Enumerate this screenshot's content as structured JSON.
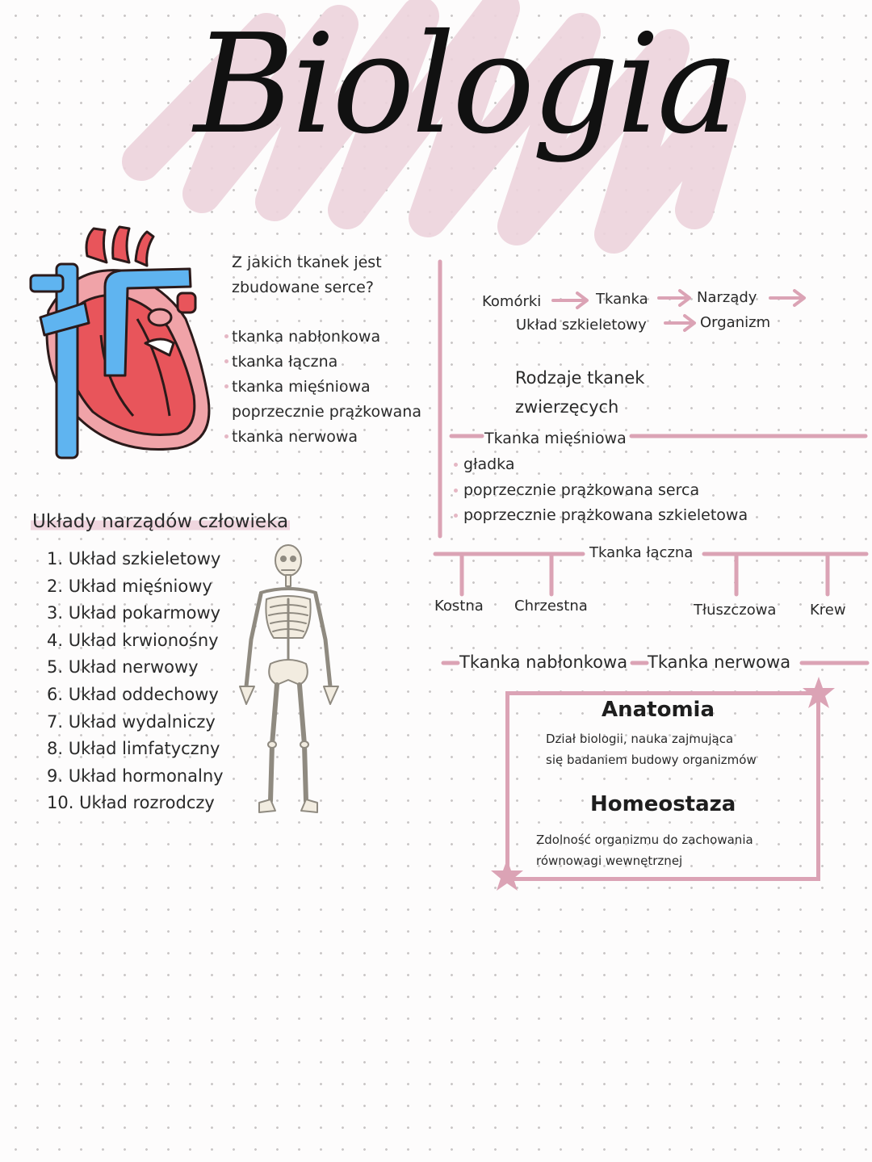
{
  "title": "Biologia",
  "heart_section": {
    "question": "Z jakich tkanek jest zbudowane serce?",
    "tissues": [
      "tkanka nabłonkowa",
      "tkanka łączna",
      "tkanka mięśniowa",
      "poprzecznie prążkowana",
      "tkanka nerwowa"
    ]
  },
  "organ_systems": {
    "title": "Układy narządów człowieka",
    "items": [
      "1. Układ szkieletowy",
      "2. Układ mięśniowy",
      "3. Układ pokarmowy",
      "4. Układ krwionośny",
      "5. Układ nerwowy",
      "6. Układ oddechowy",
      "7. Układ wydalniczy",
      "8. Układ limfatyczny",
      "9. Układ hormonalny",
      "10. Układ rozrodczy"
    ]
  },
  "hierarchy": {
    "row1": [
      "Komórki",
      "Tkanka",
      "Narządy"
    ],
    "row2": [
      "Układ szkieletowy",
      "Organizm"
    ]
  },
  "animal_tissues": {
    "title_line1": "Rodzaje tkanek",
    "title_line2": "zwierzęcych",
    "muscle": {
      "label": "Tkanka mięśniowa",
      "types": [
        "gładka",
        "poprzecznie prążkowana serca",
        "poprzecznie prążkowana szkieletowa"
      ]
    },
    "connective": {
      "label": "Tkanka łączna",
      "types": [
        "Kostna",
        "Chrzestna",
        "Tłuszczowa",
        "Krew"
      ]
    },
    "epithelial_label": "Tkanka nabłonkowa",
    "nervous_label": "Tkanka nerwowa"
  },
  "definitions": [
    {
      "term": "Anatomia",
      "text_line1": "Dział biologii, nauka zajmująca",
      "text_line2": "się badaniem budowy organizmów"
    },
    {
      "term": "Homeostaza",
      "text_line1": "Zdolność organizmu do zachowania",
      "text_line2": "równowagi wewnętrznej"
    }
  ],
  "colors": {
    "accent_pink": "#dba3b5",
    "highlight_pink": "#f0d6df",
    "heart_red": "#e8555b",
    "heart_blue": "#5fb4f0",
    "text": "#2a2a2a"
  },
  "icons": [
    "heart-illustration",
    "skeleton-illustration",
    "arrow-icon",
    "star-icon"
  ]
}
